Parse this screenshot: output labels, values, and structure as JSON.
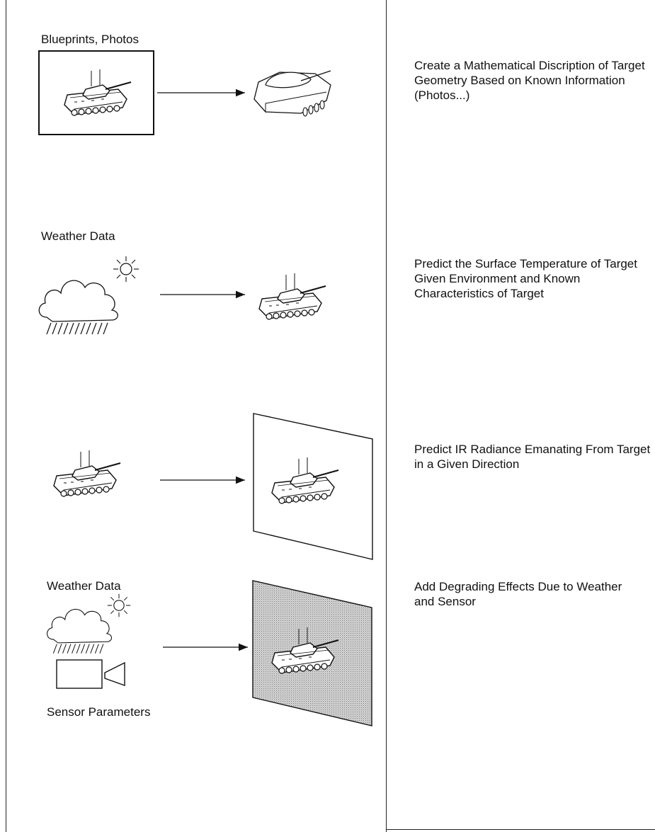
{
  "steps": [
    {
      "input_label": "Blueprints, Photos",
      "description": "Create a Mathematical Discription of Target Geometry Based on Known Information (Photos...)",
      "input_icons": [
        "tank-icon"
      ],
      "output_icon": "wireframe-tank-icon"
    },
    {
      "input_label": "Weather Data",
      "description": "Predict the Surface Temperature of Target Given Environment and Known Characteristics of Target",
      "input_icons": [
        "cloud-rain-icon",
        "sun-icon"
      ],
      "output_icon": "tank-icon"
    },
    {
      "input_label": "",
      "description": "Predict IR Radiance Emanating From Target in a Given Direction",
      "input_icons": [
        "tank-icon"
      ],
      "output_icon": "image-plane-icon"
    },
    {
      "input_label": "Weather Data",
      "description": "Add Degrading Effects Due to Weather and Sensor",
      "input_icons": [
        "cloud-rain-icon",
        "sun-icon",
        "camera-icon"
      ],
      "output_icon": "degraded-image-plane-icon",
      "sensor_label": "Sensor Parameters"
    }
  ]
}
